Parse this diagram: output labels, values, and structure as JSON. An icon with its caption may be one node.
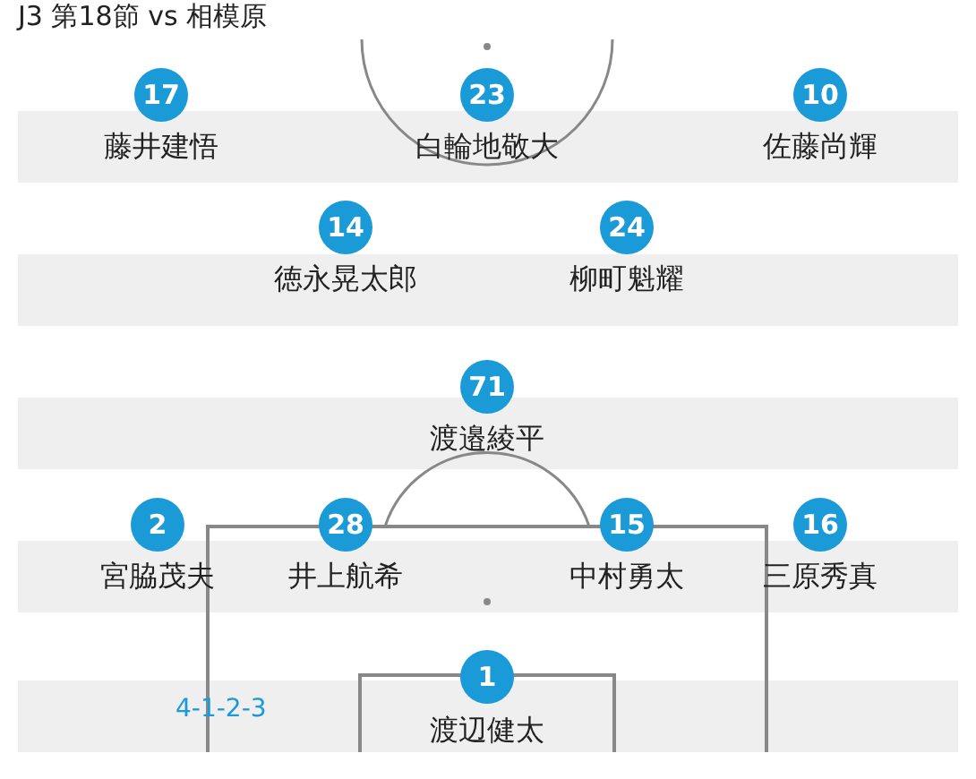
{
  "diagram": {
    "title": "J3 第18節 vs 相模原",
    "nodes": [
      {
        "text": [
          "17"
        ],
        "beside": [
          "藤井建悟"
        ]
      },
      {
        "text": [
          "23"
        ],
        "beside": [
          "白輪地敬大"
        ]
      },
      {
        "text": [
          "10"
        ],
        "beside": [
          "佐藤尚輝"
        ]
      },
      {
        "text": [
          "14"
        ],
        "beside": [
          "徳永晃太郎"
        ]
      },
      {
        "text": [
          "24"
        ],
        "beside": [
          "柳町魁耀"
        ]
      },
      {
        "text": [
          "71"
        ],
        "beside": [
          "渡邉綾平"
        ]
      },
      {
        "text": [
          "2"
        ],
        "beside": [
          "宮脇茂夫"
        ]
      },
      {
        "text": [
          "28"
        ],
        "beside": [
          "井上航希"
        ]
      },
      {
        "text": [
          "15"
        ],
        "beside": [
          "中村勇太"
        ]
      },
      {
        "text": [
          "16"
        ],
        "beside": [
          "三原秀真"
        ]
      },
      {
        "text": [
          "1"
        ],
        "beside": [
          "渡辺健太"
        ]
      }
    ],
    "labels": [
      "4-1-2-3"
    ]
  }
}
